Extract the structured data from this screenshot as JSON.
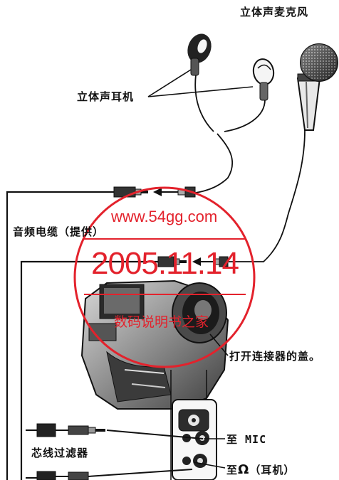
{
  "labels": {
    "stereo_mic": "立体声麦克风",
    "stereo_headphones": "立体声耳机",
    "audio_cable": "音频电缆（提供）",
    "open_cover": "打开连接器的盖。",
    "to_mic": "至 MIC",
    "core_filter": "芯线过滤器",
    "to_headphones_prefix": "至",
    "to_headphones_symbol": "Ω",
    "to_headphones_suffix": "（耳机）"
  },
  "stamp": {
    "url": "www.54gg.com",
    "date": "2005.11.14",
    "name": "数码说明书之家",
    "color": "#e3222c"
  },
  "icons": {
    "headphones": "earbud-headphones-icon",
    "microphone": "handheld-microphone-icon",
    "camcorder": "camcorder-icon",
    "connector_panel": "connector-panel-icon",
    "core_filter": "ferrite-core-icon"
  }
}
